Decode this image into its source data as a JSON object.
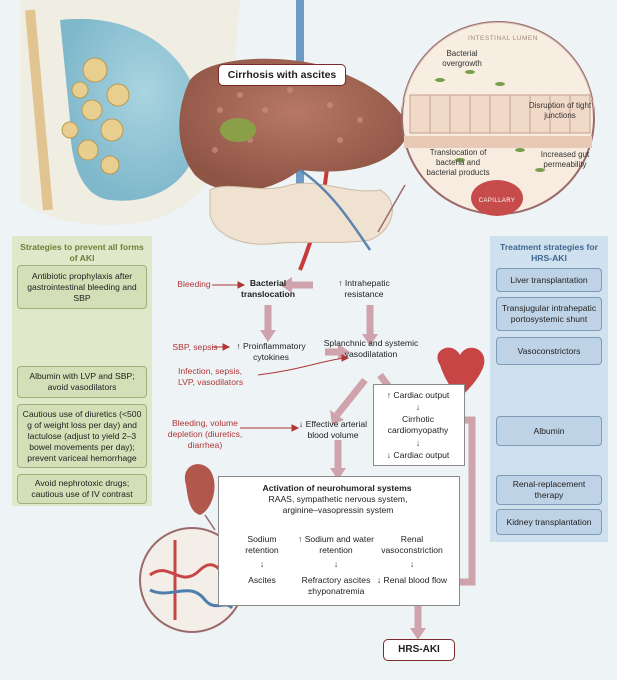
{
  "header": {
    "title": "Cirrhosis with ascites"
  },
  "inset": {
    "lumen_label": "INTESTINAL LUMEN",
    "bacterial_overgrowth": "Bacterial overgrowth",
    "disruption": "Disruption of tight junctions",
    "translocation": "Translocation of bacteria and bacterial products",
    "gut_permeability": "Increased gut permeability",
    "capillary": "CAPILLARY"
  },
  "prevent": {
    "title": "Strategies to prevent all forms of AKI",
    "items": [
      "Antibiotic prophylaxis after gastrointestinal bleeding and SBP",
      "Albumin with LVP and SBP; avoid vasodilators",
      "Cautious use of diuretics (<500 g of weight loss per day) and lactulose (adjust to yield 2–3 bowel movements per day); prevent variceal hemorrhage",
      "Avoid nephrotoxic drugs; cautious use of IV contrast"
    ]
  },
  "treatment": {
    "title": "Treatment strategies for HRS-AKI",
    "items": [
      "Liver transplantation",
      "Transjugular intrahepatic portosystemic shunt",
      "Vasoconstrictors",
      "Albumin",
      "Renal-replacement therapy",
      "Kidney transplantation"
    ]
  },
  "flow": {
    "bleeding": "Bleeding",
    "bacterial_translocation": "Bacterial translocation",
    "intrahepatic_resistance": "↑ Intrahepatic resistance",
    "sbp_sepsis": "SBP, sepsis",
    "proinflammatory": "↑ Proinflammatory cytokines",
    "splanchnic": "Splanchnic and systemic vasodilatation",
    "infection": "Infection, sepsis, LVP, vasodilators",
    "cardiac_output_up": "↑ Cardiac output",
    "cirrhotic_cardiomyopathy": "Cirrhotic cardiomyopathy",
    "cardiac_output_down": "↓ Cardiac output",
    "bleeding_volume": "Bleeding, volume depletion (diuretics, diarrhea)",
    "effective_volume": "↓ Effective arterial blood volume",
    "activation_title": "Activation of neurohumoral systems",
    "activation_sub": "RAAS, sympathetic nervous system, arginine–vasopressin system",
    "sodium_retention": "Sodium retention",
    "sodium_water": "↑ Sodium and water retention",
    "renal_vasoconstriction": "Renal vasoconstriction",
    "ascites": "Ascites",
    "refractory": "Refractory ascites ±hyponatremia",
    "renal_blood_flow": "↓ Renal blood flow",
    "hrs_aki": "HRS-AKI"
  },
  "colors": {
    "green_panel": "#dfe8c8",
    "blue_panel": "#cfe0ee",
    "arrow": "#c9a0a8",
    "red_text": "#b03535"
  }
}
